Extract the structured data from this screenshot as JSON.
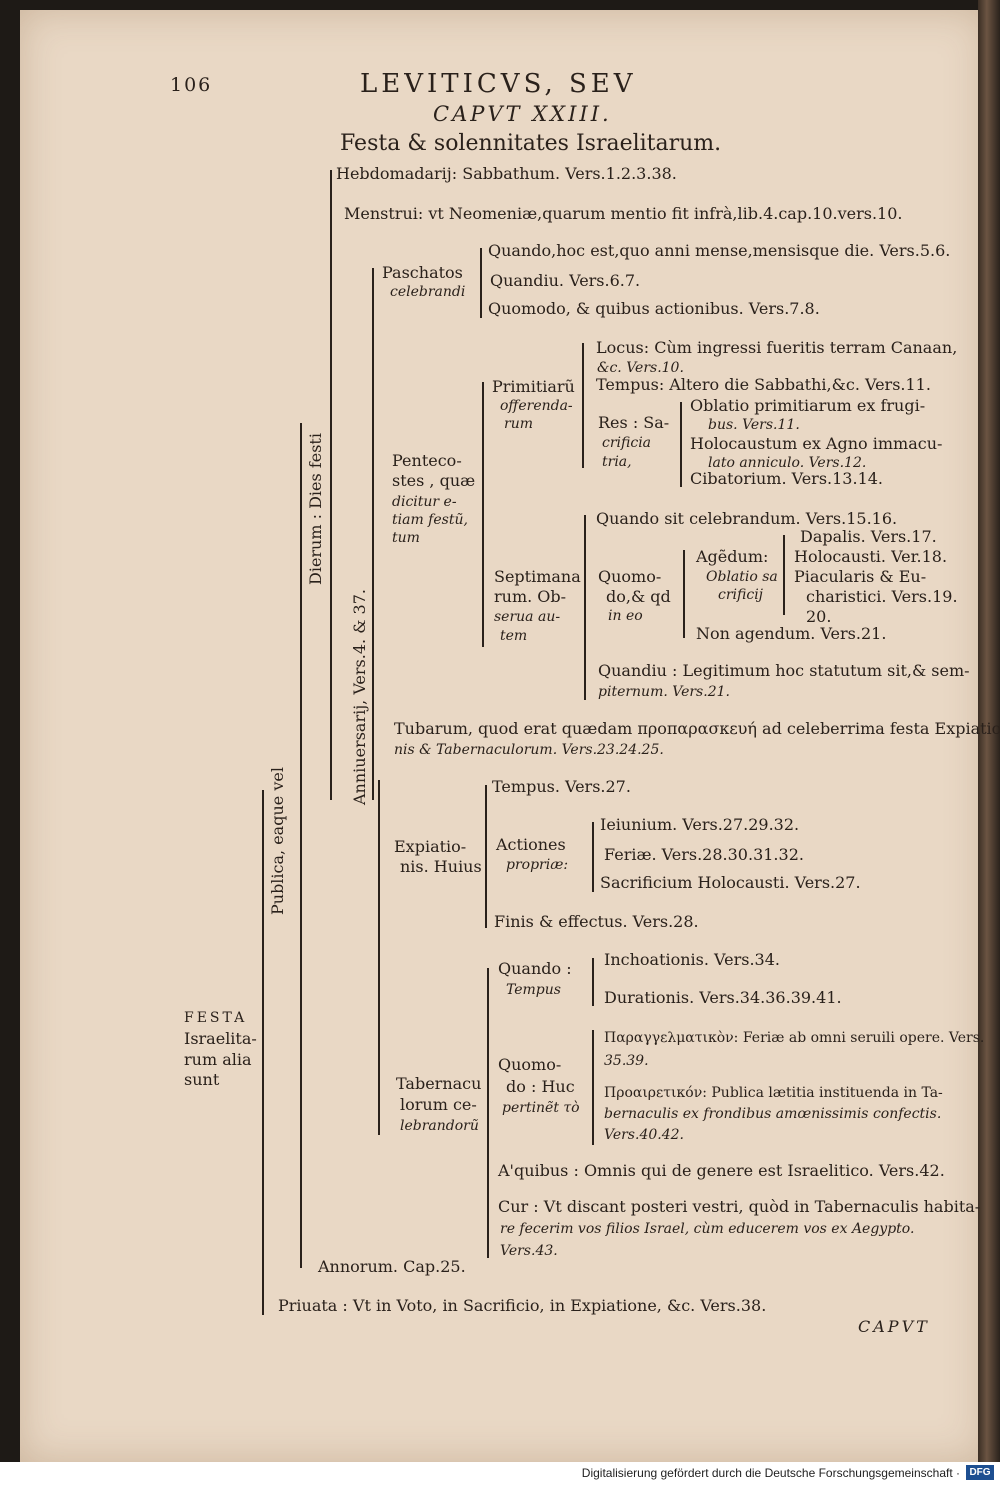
{
  "header": {
    "page_number": "106",
    "running_title": "LEVITICVS, SEV",
    "chapter": "CAPVT XXIII.",
    "title": "Festa & solennitates Israelitarum."
  },
  "root": {
    "line1": "FESTA",
    "line2": "Israelita-",
    "line3": "rum alia",
    "line4": "sunt"
  },
  "vertical": {
    "publica": "Publica, eaque vel",
    "dierum": "Dierum : Dies festi",
    "anniversarii": "Anniuersarij, Vers.4. & 37."
  },
  "nodes": {
    "hebdomadarii": "Hebdomadarij: Sabbathum. Vers.1.2.3.38.",
    "menstrui": "Menstrui: vt Neomeniæ,quarum mentio fit infrà,lib.4.cap.10.vers.10.",
    "paschatos_1": "Paschatos",
    "paschatos_2": "celebrandi",
    "pasch_quando": "Quando,hoc est,quo anni mense,mensisque die. Vers.5.6.",
    "pasch_quandiu": "Quandiu. Vers.6.7.",
    "pasch_quomodo": "Quomodo, & quibus actionibus. Vers.7.8.",
    "pent_1": "Penteco-",
    "pent_2": "stes , quæ",
    "pent_3": "dicitur e-",
    "pent_4": "tiam festũ,",
    "pent_5": "tum",
    "prim_1": "Primitiarũ",
    "prim_2": "offerenda-",
    "prim_3": "rum",
    "locus_1": "Locus: Cùm ingressi fueritis terram Canaan,",
    "locus_2": "&c. Vers.10.",
    "tempus_prim": "Tempus: Altero die Sabbathi,&c. Vers.11.",
    "res_1": "Res : Sa-",
    "res_2": "crificia",
    "res_3": "tria,",
    "oblatio_1": "Oblatio primitiarum ex frugi-",
    "oblatio_2": "bus. Vers.11.",
    "holoc_1": "Holocaustum ex Agno immacu-",
    "holoc_2": "lato anniculo. Vers.12.",
    "cibatorium": "Cibatorium. Vers.13.14.",
    "sept_1": "Septimana",
    "sept_2": "rum. Ob-",
    "sept_3": "serua au-",
    "sept_4": "tem",
    "sept_quando": "Quando sit celebrandum. Vers.15.16.",
    "quomo_1": "Quomo-",
    "quomo_2": "do,& qd",
    "quomo_3": "in eo",
    "agendum_1": "Agẽdum:",
    "agendum_2": "Oblatio sa",
    "agendum_3": "crificij",
    "dapalis": "Dapalis. Vers.17.",
    "holocausti": "Holocausti. Ver.18.",
    "piac_1": "Piacularis & Eu-",
    "piac_2": "charistici. Vers.19.",
    "piac_3": "20.",
    "non_agendum": "Non agendum. Vers.21.",
    "sept_quandiu_1": "Quandiu : Legitimum hoc statutum sit,& sem-",
    "sept_quandiu_2": "piternum. Vers.21.",
    "tubarum_1": "Tubarum, quod erat quædam προπαρασκευή ad celeberrima festa Expiatio-",
    "tubarum_2": "nis & Tabernaculorum. Vers.23.24.25.",
    "exp_1": "Expiatio-",
    "exp_2": "nis. Huius",
    "exp_tempus": "Tempus. Vers.27.",
    "act_1": "Actiones",
    "act_2": "propriæ:",
    "ieiunium": "Ieiunium. Vers.27.29.32.",
    "feriae": "Feriæ. Vers.28.30.31.32.",
    "sacrificium": "Sacrificium Holocausti. Vers.27.",
    "finis": "Finis & effectus. Vers.28.",
    "tab_1": "Tabernacu",
    "tab_2": "lorum ce-",
    "tab_3": "lebrandorũ",
    "tab_quando_1": "Quando :",
    "tab_quando_2": "Tempus",
    "inchoat": "Inchoationis. Vers.34.",
    "durat": "Durationis. Vers.34.36.39.41.",
    "tab_quomo_1": "Quomo-",
    "tab_quomo_2": "do : Huc",
    "tab_quomo_3": "pertinẽt τὸ",
    "paragel_1": "Παραγγελματικὸν: Feriæ ab omni seruili opere. Vers.",
    "paragel_2": "35.39.",
    "proair_1": "Προαιρετικόν: Publica lætitia instituenda in Ta-",
    "proair_2": "bernaculis ex frondibus amœnissimis confectis.",
    "proair_3": "Vers.40.42.",
    "a_quibus": "A'quibus : Omnis qui de genere est Israelitico. Vers.42.",
    "cur_1": "Cur : Vt discant posteri vestri, quòd in Tabernaculis habita-",
    "cur_2": "re fecerim vos filios Israel, cùm educerem vos ex Aegypto.",
    "cur_3": "Vers.43.",
    "annorum": "Annorum. Cap.25.",
    "priuata": "Priuata : Vt in Voto, in Sacrificio, in Expiatione, &c. Vers.38."
  },
  "catchword": "CAPVT",
  "footer": {
    "credit": "Digitalisierung gefördert durch die Deutsche Forschungsgemeinschaft ·",
    "logo": "DFG"
  }
}
